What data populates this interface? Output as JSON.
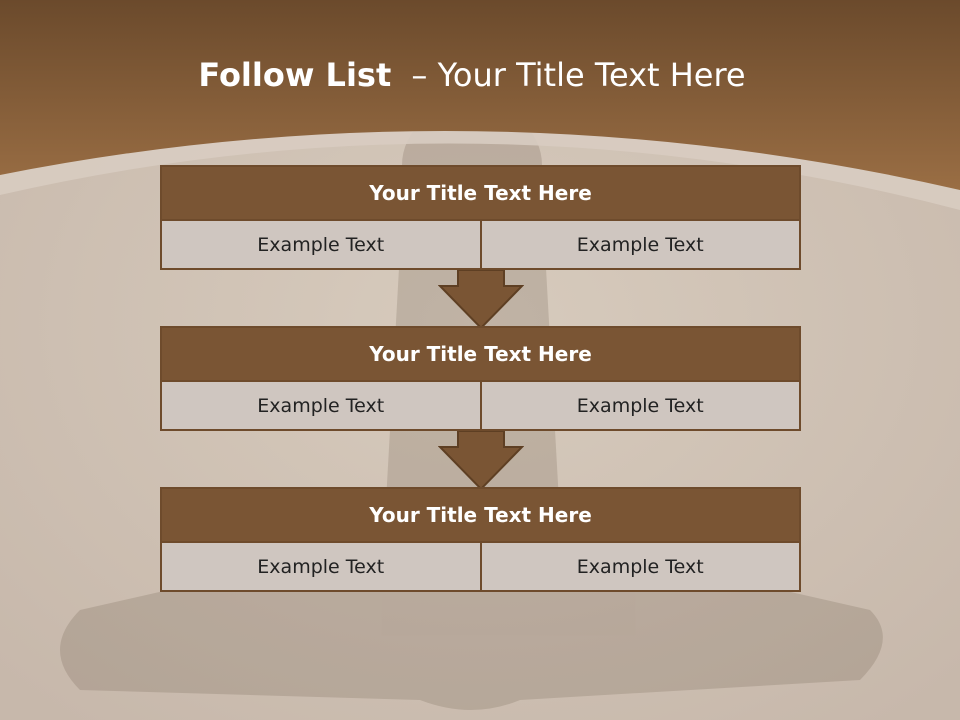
{
  "slide": {
    "title_bold": "Follow List",
    "title_dash": "–",
    "title_rest": "Your Title Text Here"
  },
  "blocks": [
    {
      "header": "Your Title Text Here",
      "left": "Example Text",
      "right": "Example Text"
    },
    {
      "header": "Your Title Text Here",
      "left": "Example Text",
      "right": "Example Text"
    },
    {
      "header": "Your Title Text Here",
      "left": "Example Text",
      "right": "Example Text"
    }
  ],
  "colors": {
    "banner": "#8a6038",
    "header_fill": "#7a5534",
    "cell_fill": "#cfc6c0",
    "arrow_fill": "#7a5534"
  }
}
